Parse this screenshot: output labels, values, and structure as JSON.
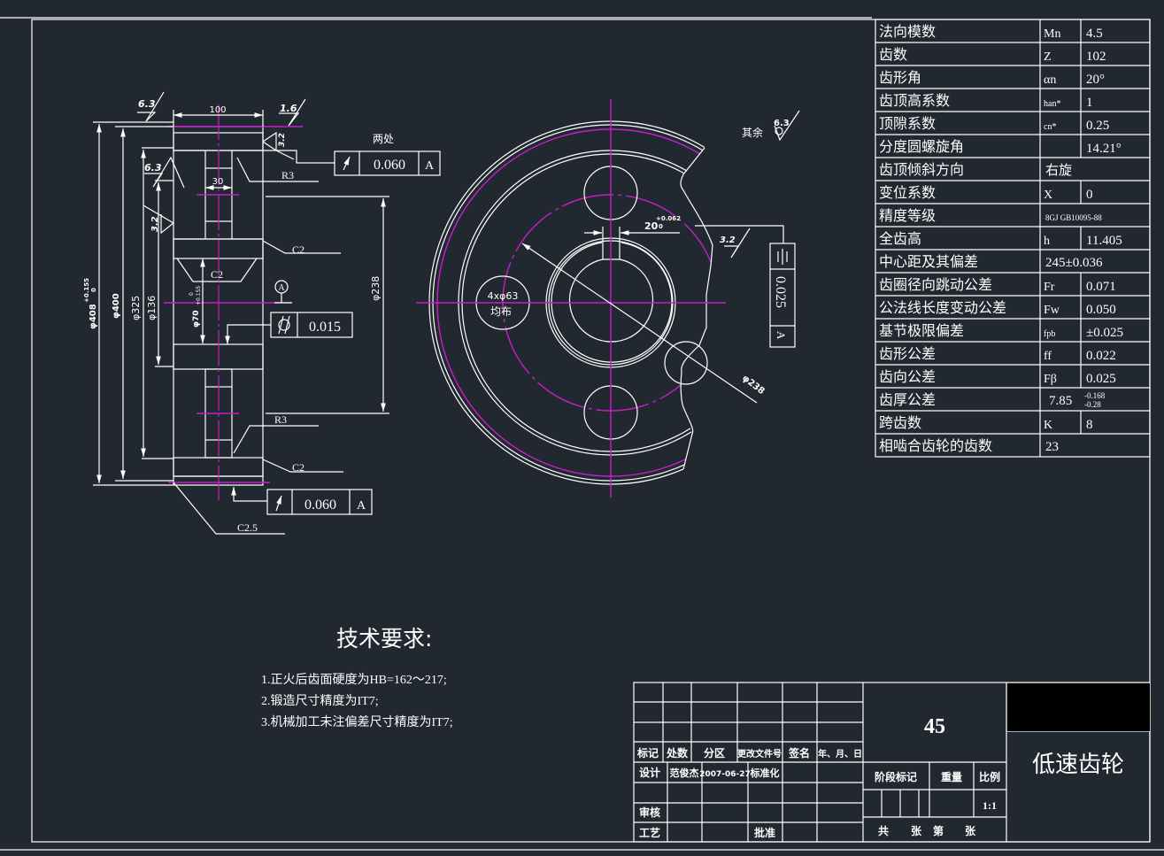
{
  "colors": {
    "background": "#212830",
    "line": "#ffffff",
    "centerline": "#c81ec8",
    "title_box": "#000000"
  },
  "param_table": [
    {
      "label": "法向模数",
      "symbol": "Mn",
      "value": "4.5"
    },
    {
      "label": "齿数",
      "symbol": "Z",
      "value": "102"
    },
    {
      "label": "齿形角",
      "symbol": "αn",
      "value": "20°"
    },
    {
      "label": "齿顶高系数",
      "symbol": "han*",
      "value": "1"
    },
    {
      "label": "顶隙系数",
      "symbol": "cn*",
      "value": "0.25"
    },
    {
      "label": "分度圆螺旋角",
      "symbol": "",
      "value": "14.21°"
    },
    {
      "label": "齿顶倾斜方向",
      "span": "右旋"
    },
    {
      "label": "变位系数",
      "symbol": "X",
      "value": "0"
    },
    {
      "label": "精度等级",
      "span": "8GJ GB10095-88"
    },
    {
      "label": "全齿高",
      "symbol": "h",
      "value": "11.405"
    },
    {
      "label": "中心距及其偏差",
      "span": "245±0.036"
    },
    {
      "label": "齿圈径向跳动公差",
      "symbol": "Fr",
      "value": "0.071"
    },
    {
      "label": "公法线长度变动公差",
      "symbol": "Fw",
      "value": "0.050"
    },
    {
      "label": "基节极限偏差",
      "symbol": "fpb",
      "value": "±0.025"
    },
    {
      "label": "齿形公差",
      "symbol": "ff",
      "value": "0.022"
    },
    {
      "label": "齿向公差",
      "symbol": "Fβ",
      "value": "0.025"
    },
    {
      "label": "齿厚公差",
      "span": "7.85",
      "upper": "-0.168",
      "lower": "-0.28"
    },
    {
      "label": "跨齿数",
      "symbol": "K",
      "value": "8"
    },
    {
      "label": "相啮合齿轮的齿数",
      "span": "23"
    }
  ],
  "section_view": {
    "width_dim": "100",
    "web_dim": "30",
    "dia_408": "φ408",
    "dia_408_tol_upper": "+0.155",
    "dia_408_tol_lower": "0",
    "dia_400": "φ400",
    "dia_325": "φ325",
    "dia_136": "φ136",
    "dia_70": "φ70",
    "dia_70_tol_upper": "+0.155",
    "dia_70_tol_lower": "0",
    "dia_238": "φ238",
    "r3_top": "R3",
    "r3_bottom": "R3",
    "c2_top": "C2",
    "c2_bore": "C2",
    "c2_bottom": "C2",
    "c25": "C2.5",
    "datum": "A",
    "two_places": "两处",
    "runout_top": {
      "value": "0.060",
      "datum": "A"
    },
    "cylindricity": {
      "value": "0.015"
    },
    "runout_bottom": {
      "value": "0.060",
      "datum": "A"
    },
    "roughness": [
      "6.3",
      "1.6",
      "6.3",
      "3.2",
      "3.2"
    ]
  },
  "front_view": {
    "rest_label": "其余",
    "rest_roughness": "6.3",
    "keyway_dim": "20",
    "keyway_tol_upper": "+0.062",
    "keyway_tol_lower": "0",
    "keyway_roughness": "3.2",
    "holes": "4xφ63",
    "holes_note": "均布",
    "dia_238": "φ238",
    "symmetry": {
      "value": "0.025",
      "datum": "A"
    }
  },
  "tech_requirements": {
    "title": "技术要求:",
    "items": [
      "1.正火后齿面硬度为HB=162～217;",
      "2.锻造尺寸精度为IT7;",
      "3.机械加工未注偏差尺寸精度为IT7;"
    ]
  },
  "title_block": {
    "material": "45",
    "part_name": "低速齿轮",
    "headers": [
      "标记",
      "处数",
      "分区",
      "更改文件号",
      "签名",
      "年、月、日"
    ],
    "design_label": "设计",
    "designer": "范俊杰",
    "date": "2007-06-27",
    "standardization": "标准化",
    "review": "审核",
    "process": "工艺",
    "approve": "批准",
    "stage_mark": "阶段标记",
    "weight": "重量",
    "scale_label": "比例",
    "scale": "1:1",
    "sheets_total": "共",
    "sheets_unit1": "张",
    "sheet_no": "第",
    "sheets_unit2": "张"
  }
}
